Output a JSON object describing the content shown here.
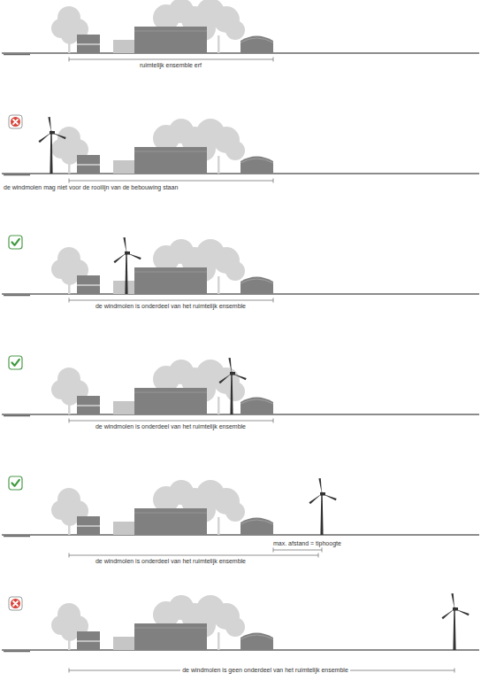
{
  "diagram": {
    "labels": [
      "ruimtelijk ensemble erf",
      "de windmolen mag niet voor de rooilijn van de bebouwing staan",
      "de windmolen is onderdeel van het ruimtelijk ensemble",
      "de windmolen is onderdeel van het ruimtelijk ensemble",
      "max. afstand = tiphoogte",
      "de windmolen is onderdeel van het ruimtelijk ensemble",
      "de windmolen is geen onderdeel van het ruimtelijk ensemble"
    ]
  }
}
